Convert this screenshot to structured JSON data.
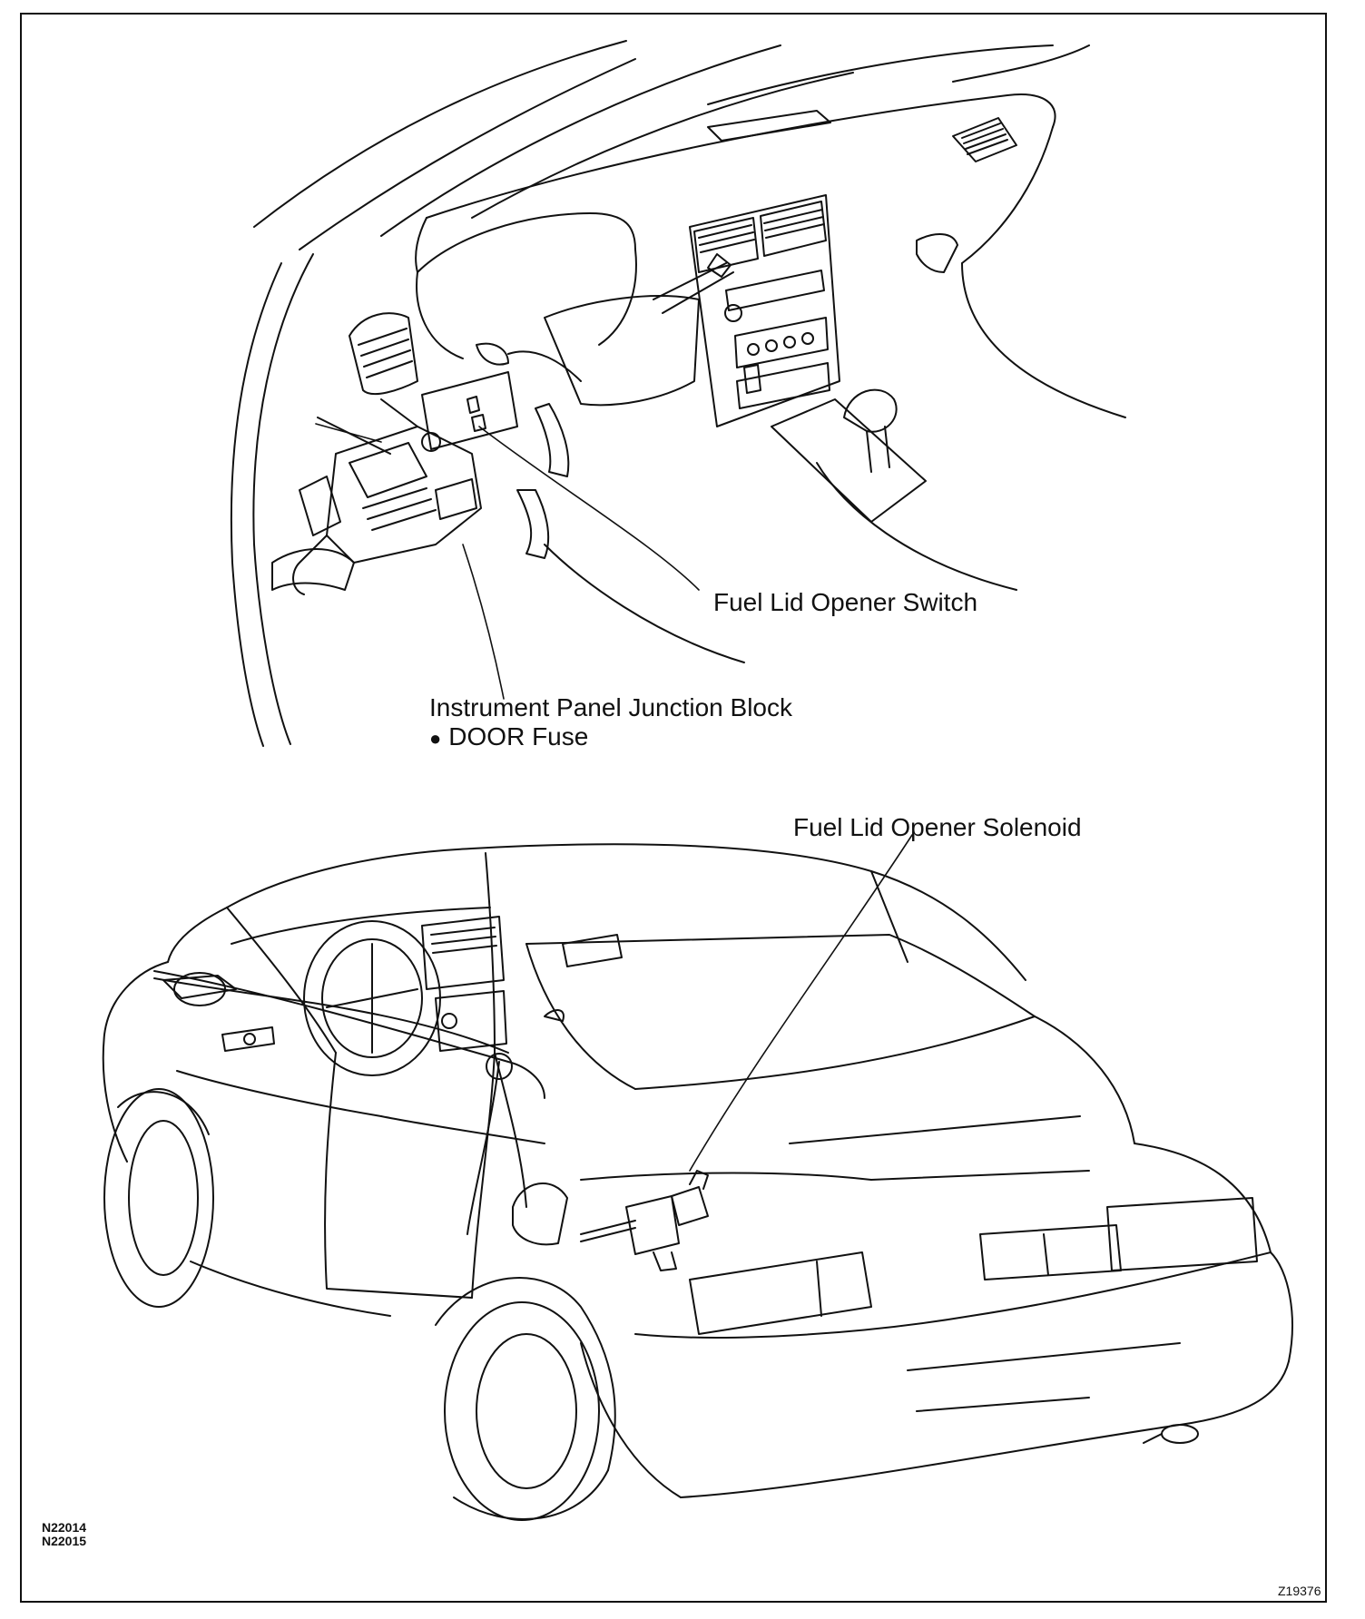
{
  "labels": {
    "fuel_lid_opener_switch": "Fuel Lid Opener Switch",
    "instrument_panel_junction_block": "Instrument Panel Junction Block",
    "door_fuse": "DOOR Fuse",
    "fuel_lid_opener_solenoid": "Fuel Lid Opener Solenoid"
  },
  "codes": {
    "code1": "N22014",
    "code2": "N22015",
    "figure_id": "Z19376"
  }
}
